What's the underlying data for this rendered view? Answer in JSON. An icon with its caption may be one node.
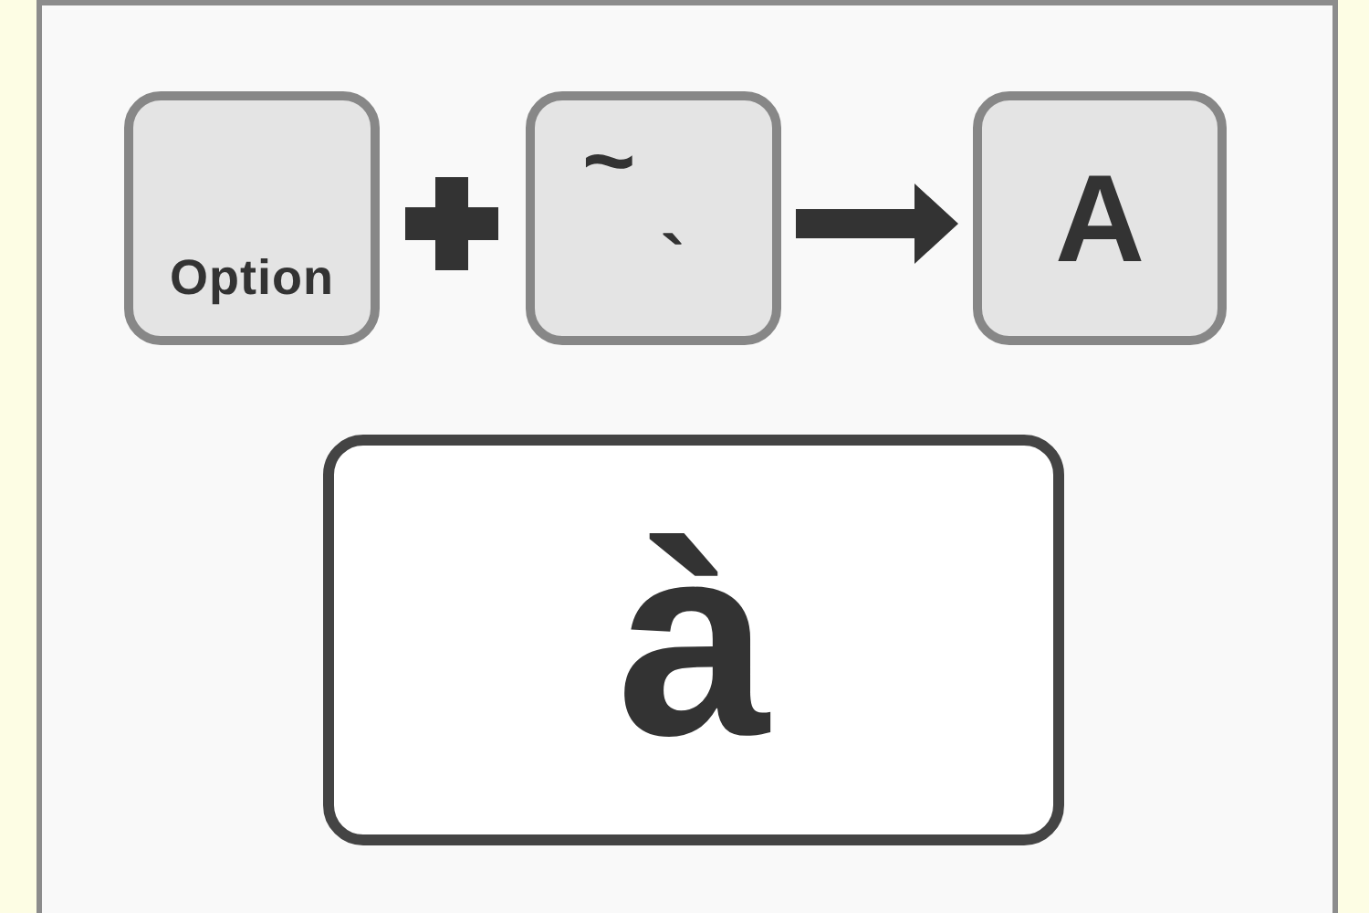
{
  "diagram": {
    "nodes": [
      {
        "text": [
          "Option"
        ]
      },
      {
        "text": [
          "~",
          "`"
        ]
      },
      {
        "text": [
          "A"
        ]
      },
      {
        "text": [
          "à"
        ]
      }
    ],
    "edges": [
      {
        "from": 1,
        "to": 2,
        "arrow": "to"
      }
    ]
  }
}
